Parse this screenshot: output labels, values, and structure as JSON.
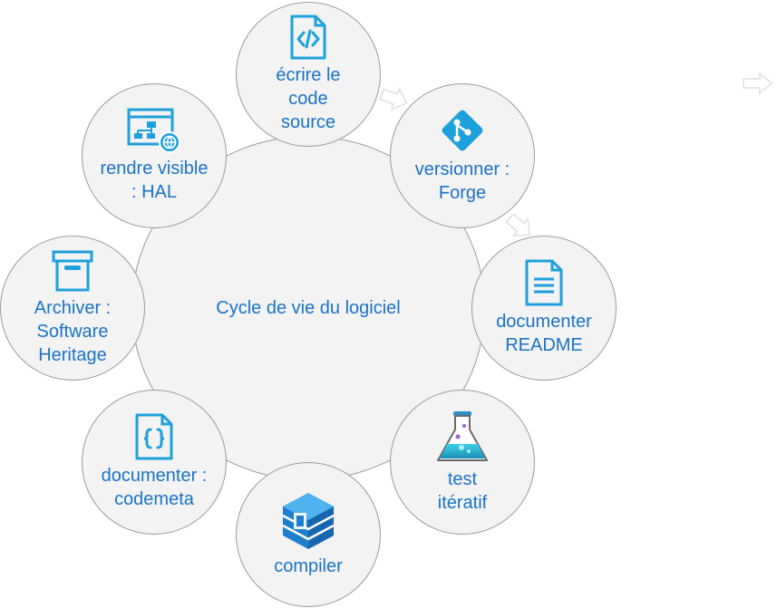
{
  "center": {
    "label": "Cycle de vie du logiciel"
  },
  "nodes": [
    {
      "label": "écrire le\ncode\nsource",
      "icon": "code-file-icon"
    },
    {
      "label": "versionner :\nForge",
      "icon": "git-icon"
    },
    {
      "label": "documenter\nREADME",
      "icon": "document-icon"
    },
    {
      "label": "test\nitératif",
      "icon": "flask-icon"
    },
    {
      "label": "compiler",
      "icon": "build-cube-icon"
    },
    {
      "label": "documenter :\ncodemeta",
      "icon": "json-file-icon"
    },
    {
      "label": "Archiver :\nSoftware\nHeritage",
      "icon": "archive-box-icon"
    },
    {
      "label": "rendre visible\n: HAL",
      "icon": "website-globe-icon"
    }
  ],
  "colors": {
    "text": "#1a73c7",
    "circle_fill": "#f3f3f3",
    "circle_stroke": "#9a9a9a",
    "icon_blue": "#1ea0dc"
  }
}
